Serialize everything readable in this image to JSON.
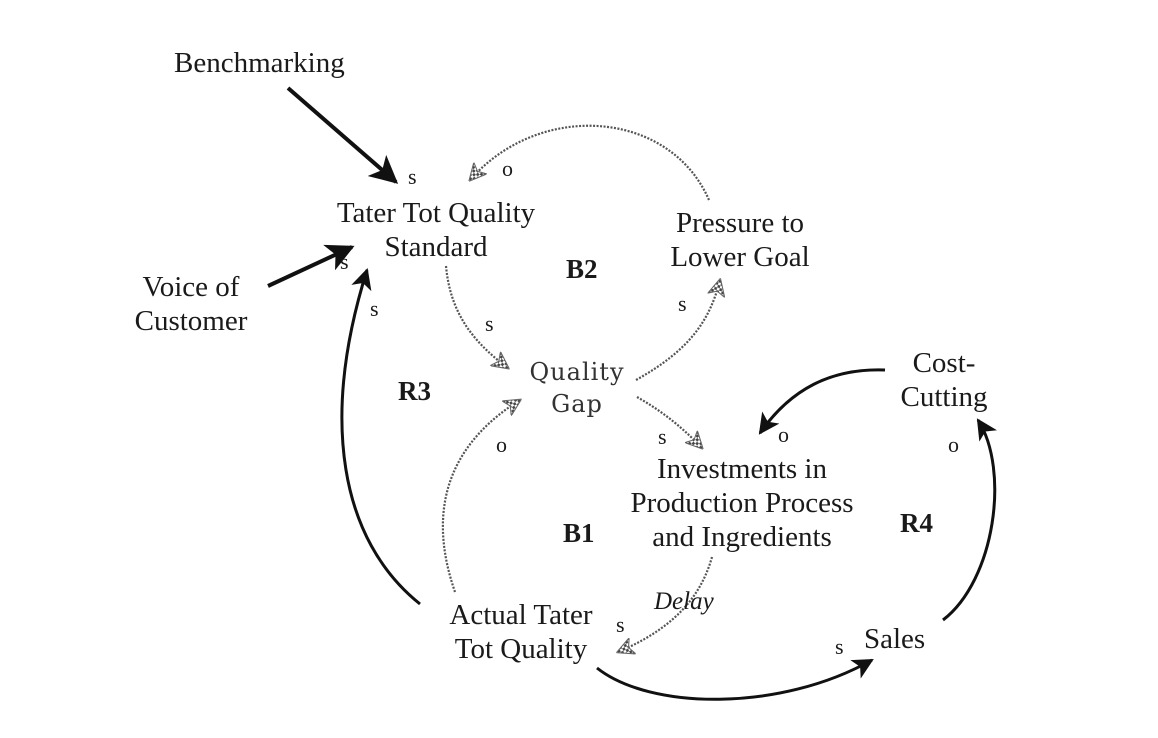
{
  "diagram": {
    "type": "causal-loop-diagram",
    "nodes": {
      "benchmarking": "Benchmarking",
      "standard_l1": "Tater Tot Quality",
      "standard_l2": "Standard",
      "voice_l1": "Voice of",
      "voice_l2": "Customer",
      "pressure_l1": "Pressure to",
      "pressure_l2": "Lower Goal",
      "gap_l1": "Quality",
      "gap_l2": "Gap",
      "cost_l1": "Cost-",
      "cost_l2": "Cutting",
      "invest_l1": "Investments in",
      "invest_l2": "Production Process",
      "invest_l3": "and Ingredients",
      "actual_l1": "Actual Tater",
      "actual_l2": "Tot Quality",
      "sales": "Sales"
    },
    "loops": {
      "b2": "B2",
      "r3": "R3",
      "b1": "B1",
      "r4": "R4"
    },
    "delay": "Delay",
    "links": [
      {
        "from": "Benchmarking",
        "to": "Tater Tot Quality Standard",
        "polarity": "s",
        "style": "solid"
      },
      {
        "from": "Voice of Customer",
        "to": "Tater Tot Quality Standard",
        "polarity": "s",
        "style": "solid"
      },
      {
        "from": "Actual Tater Tot Quality",
        "to": "Tater Tot Quality Standard",
        "polarity": "s",
        "style": "solid"
      },
      {
        "from": "Pressure to Lower Goal",
        "to": "Tater Tot Quality Standard",
        "polarity": "o",
        "style": "dotted"
      },
      {
        "from": "Tater Tot Quality Standard",
        "to": "Quality Gap",
        "polarity": "s",
        "style": "dotted"
      },
      {
        "from": "Quality Gap",
        "to": "Pressure to Lower Goal",
        "polarity": "s",
        "style": "dotted"
      },
      {
        "from": "Quality Gap",
        "to": "Investments in Production Process and Ingredients",
        "polarity": "s",
        "style": "dotted"
      },
      {
        "from": "Actual Tater Tot Quality",
        "to": "Quality Gap",
        "polarity": "o",
        "style": "dotted"
      },
      {
        "from": "Investments in Production Process and Ingredients",
        "to": "Actual Tater Tot Quality",
        "polarity": "s",
        "style": "dotted",
        "delay": true
      },
      {
        "from": "Actual Tater Tot Quality",
        "to": "Sales",
        "polarity": "s",
        "style": "solid"
      },
      {
        "from": "Sales",
        "to": "Cost-Cutting",
        "polarity": "o",
        "style": "solid"
      },
      {
        "from": "Cost-Cutting",
        "to": "Investments in Production Process and Ingredients",
        "polarity": "o",
        "style": "solid"
      }
    ],
    "polarity": {
      "s": "s",
      "o": "o"
    }
  }
}
